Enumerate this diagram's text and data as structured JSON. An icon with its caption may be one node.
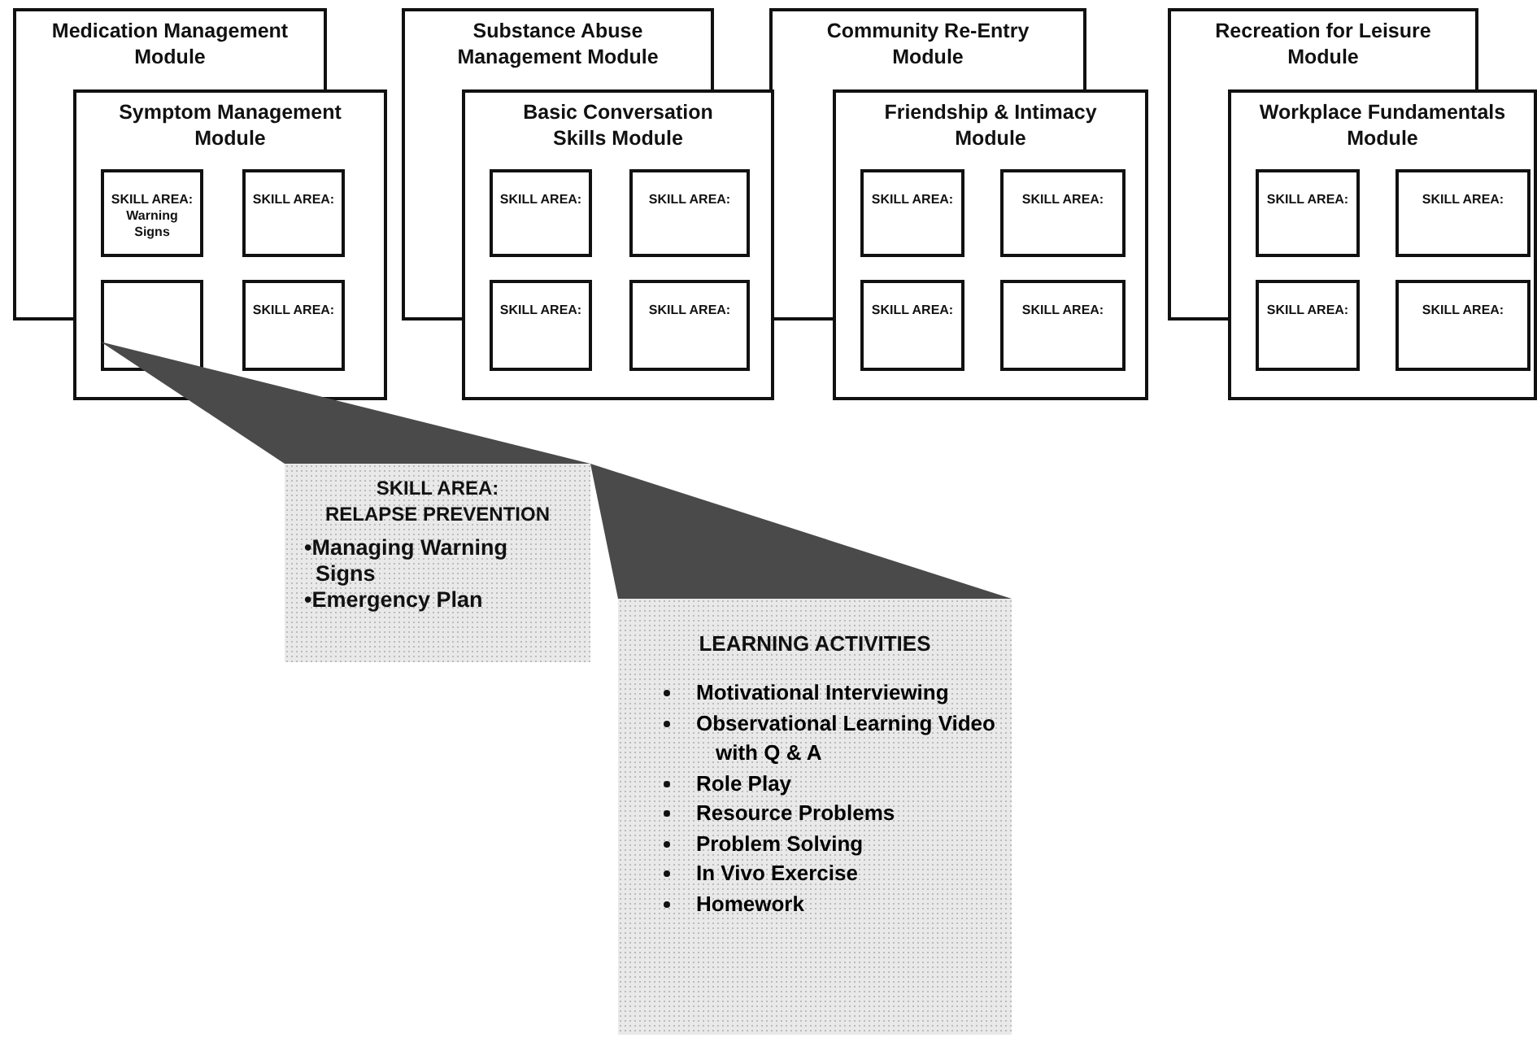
{
  "diagram": {
    "nodes": [
      {
        "text": [
          "Medication Management Module"
        ]
      },
      {
        "text": [
          "Symptom Management Module"
        ]
      },
      {
        "text": [
          "SKILL AREA:",
          "Warning Signs"
        ],
        "in": 1
      },
      {
        "text": [
          "SKILL AREA:"
        ],
        "in": 1
      },
      {
        "text": [],
        "shape": "box",
        "in": 1
      },
      {
        "text": [
          "SKILL AREA:"
        ],
        "in": 1
      },
      {
        "text": [
          "Substance Abuse Management Module"
        ]
      },
      {
        "text": [
          "Basic Conversation Skills Module"
        ]
      },
      {
        "text": [
          "SKILL AREA:"
        ],
        "in": 7
      },
      {
        "text": [
          "SKILL AREA:"
        ],
        "in": 7
      },
      {
        "text": [
          "SKILL AREA:"
        ],
        "in": 7
      },
      {
        "text": [
          "SKILL AREA:"
        ],
        "in": 7
      },
      {
        "text": [
          "Community Re-Entry Module"
        ]
      },
      {
        "text": [
          "Friendship & Intimacy Module"
        ]
      },
      {
        "text": [
          "SKILL AREA:"
        ],
        "in": 13
      },
      {
        "text": [
          "SKILL AREA:"
        ],
        "in": 13
      },
      {
        "text": [
          "SKILL AREA:"
        ],
        "in": 13
      },
      {
        "text": [
          "SKILL AREA:"
        ],
        "in": 13
      },
      {
        "text": [
          "Recreation for Leisure Module"
        ]
      },
      {
        "text": [
          "Workplace Fundamentals Module"
        ]
      },
      {
        "text": [
          "SKILL AREA:"
        ],
        "in": 19
      },
      {
        "text": [
          "SKILL AREA:"
        ],
        "in": 19
      },
      {
        "text": [
          "SKILL AREA:"
        ],
        "in": 19
      },
      {
        "text": [
          "SKILL AREA:"
        ],
        "in": 19
      },
      {
        "text": [
          "SKILL AREA:",
          "RELAPSE PREVENTION",
          "•Managing Warning Signs",
          "•Emergency Plan"
        ]
      },
      {
        "text": [
          "LEARNING ACTIVITIES",
          "Motivational Interviewing",
          "Observational Learning Video with Q & A",
          "Role Play",
          "Resource Problems",
          "Problem Solving",
          "In Vivo Exercise",
          "Homework"
        ]
      }
    ],
    "edges": [
      {
        "from": 4,
        "to": 24,
        "arrow": "none"
      },
      {
        "from": 24,
        "to": 25,
        "arrow": "none"
      }
    ]
  }
}
